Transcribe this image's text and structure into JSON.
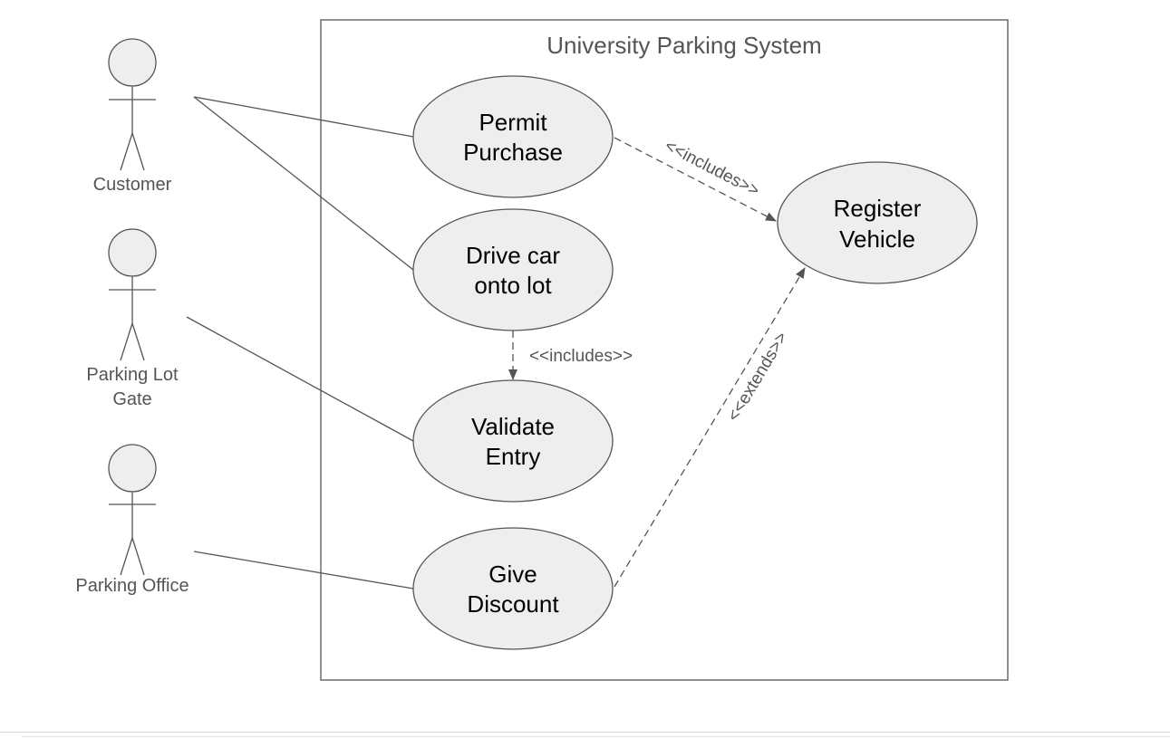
{
  "system": {
    "title": "University Parking System"
  },
  "actors": {
    "customer": {
      "label": "Customer"
    },
    "parking_lot_gate": {
      "label_line1": "Parking Lot",
      "label_line2": "Gate"
    },
    "parking_office": {
      "label": "Parking Office"
    }
  },
  "use_cases": {
    "permit_purchase": {
      "line1": "Permit",
      "line2": "Purchase"
    },
    "drive_car": {
      "line1": "Drive car",
      "line2": "onto lot"
    },
    "validate_entry": {
      "line1": "Validate",
      "line2": "Entry"
    },
    "give_discount": {
      "line1": "Give",
      "line2": "Discount"
    },
    "register_vehicle": {
      "line1": "Register",
      "line2": "Vehicle"
    }
  },
  "relations": {
    "permit_includes_register": "<<includes>>",
    "drive_includes_validate": "<<includes>>",
    "discount_extends_register": "<<extends>>"
  },
  "colors": {
    "usecase_fill": "#eeeeee",
    "stroke": "#555555",
    "text_dark": "#000000",
    "text_muted": "#555555"
  }
}
